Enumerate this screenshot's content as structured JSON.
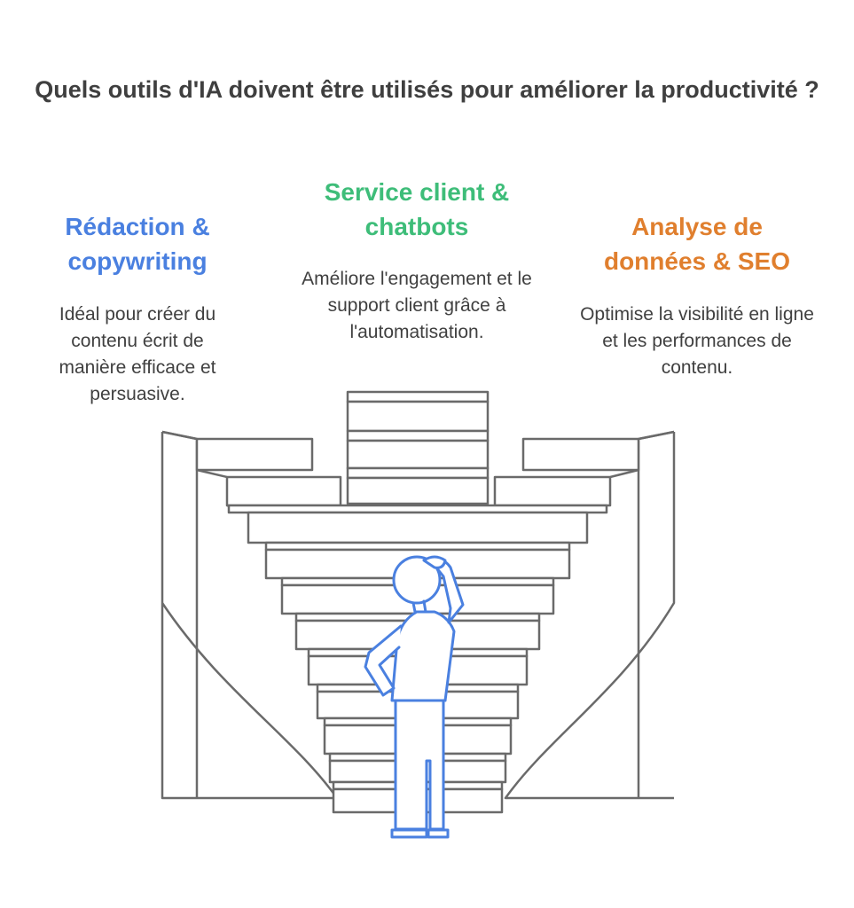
{
  "title": "Quels outils d'IA doivent être utilisés pour améliorer la productivité ?",
  "colors": {
    "left": "#4a80e0",
    "middle": "#3ebd79",
    "right": "#e07f2e",
    "text": "#404040",
    "lines": "#6a6a6a",
    "figure": "#4a80e0"
  },
  "sections": {
    "left": {
      "heading": "Rédaction & copywriting",
      "description": "Idéal pour créer du contenu écrit de manière efficace et persuasive."
    },
    "middle": {
      "heading": "Service client & chatbots",
      "description": "Améliore l'engagement et le support client grâce à l'automatisation."
    },
    "right": {
      "heading": "Analyse de données & SEO",
      "description": "Optimise la visibilité en ligne et les performances de contenu."
    }
  },
  "icons": [
    "staircase-icon",
    "thinking-person-icon"
  ]
}
